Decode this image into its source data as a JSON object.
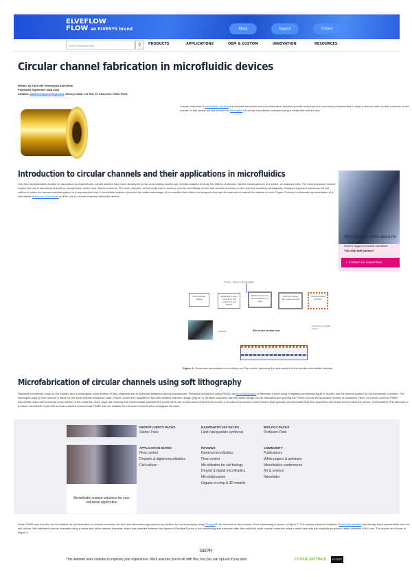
{
  "header": {
    "logo_line1": "ELVEFLOW",
    "logo_line2": "FLOW",
    "logo_brand": "an ELVESYS brand",
    "buttons": [
      "About",
      "Support",
      "Contact"
    ],
    "accent": "#2a5fe0"
  },
  "nav": {
    "search_placeholder": "Search Elveflow.com",
    "items": [
      "PRODUCTS",
      "APPLICATIONS",
      "OEM & CUSTOM",
      "INNOVATION",
      "RESOURCES"
    ]
  },
  "article": {
    "title": "Circular channel fabrication in microfluidic devices",
    "author": "Written by Oore-ofe Olumuyiwa Akeredolu",
    "published": "Published September 28th 2020",
    "contact_label": "Contact: ",
    "contact_email": "partnership@elvesys.com",
    "contact_rest": ", Elvesys SAS, 172 Rue de Charonne 75011 Paris",
    "intro": {
      "t1": "Circular channels in ",
      "l1": "microfluidic devices",
      "t2": " are complex structures and their fabrication requires specific techniques not commonly implemented in mass p devices with circular channels on the market. In this review we will present the ",
      "l2": "fabrication",
      "t3": " of circular microfluidic channels using a metal wire and the exa"
    },
    "section1": {
      "title": "Introduction to circular channels and their applications in microfluidics",
      "t1": "Only few representative models of vasculature and specifically, carotid arteries have been developed so far, and existing models are not fully adapted to study the effects of disease, like the consequences of a stroke, on vascular cells. The most advanced models require the use of laboratory animals or human trials, which raise ethical concerns. The main objective of this study was to develop a novel microfluidic model with circular channels on the chip that combines strategically designed polymeric structures for cell culture to mimic the human vascular system in a reproducible way. A microfluidic platform provides the added advantage of a controlled flow within the designed chip and its channels to assess the effects on cells. Figure 2 shows a schematic representation of a microfluidic ",
      "l1": "Artery-on-Chip model ",
      "t2": "and the use of circular channels within the device."
    },
    "figure": {
      "top_label": "Air gap – reduces compressibility",
      "boxes": [
        "Flow controller initiates",
        "Expanded in wire/ removal by cell media flow and PDMS",
        "PDMS casted over lined top/bottom of mold",
        "Temp cell culture with a wire removed",
        "Channel coated with ECs"
      ],
      "side_label": "Side cross-section view",
      "analysis": "Analysis",
      "connect": "Connection to fluidic system",
      "caption_bold": "Figure 1:",
      "caption": " Schematic presentation of an Artery-on-Chip model, depicting the cells seeded in the circular microfluidic channel."
    },
    "section2": {
      "title": "Microfabrication of circular channels using soft lithography",
      "t1": "Standard microfluidic chips on the market have a rectangular cross-section of their channels due to technical limitations during manufacture. Standard procedures using PDMS use ",
      "l1": "photolithography",
      "t2": " to fabricate a mold using a negative photoresist liquid or dry film resi the desired pattern for the microfluidic chamber. The developed mold is then used as a frame for the liquid silicone elastomer base, PDMS, which then solidifies to form the desired chamber design (Figure 2). Multiple chambers with the same design can be fabricated and pouring the PDMS to form an equivalent number of chambers. Here, we tried to produce PDMS microfluidic chips with a circular cross section of the channels. Such chips are currently not commercially available but would mimic the human blood vessel more ac with a circular cross-section would ensure biophysically representative fluid flow properties and shear forces inside the device. Unfortunately, first attempts to produce microfluidic chips with circular channels showed that PDMS was not suitable for this channel archit with rectangular structure."
    },
    "section3": {
      "t1": "Since PDMS was found to not be suitable for the fabrication of circular channels, we tried and alternative approaches and settled for hot embossing using ",
      "l1": "Flexdym",
      "t2": "®. An overview of the process of hot embossing is shown in Figure 3. The styrene ethylene-butylene t ",
      "l2": "Eden Microfluidics",
      "t3": " has already been successfully used for cell culture. We fabricated circular channels using a metal wire of the desired diameter, which was inserted between two layers of Flexdym® prior to hot-embossing and extracted after the mold had coole circular channels using a metal wire with the originally proposed lumen diameter of 6.0 mm. The results are shown in Figure 4."
    }
  },
  "sidebar": {
    "title": "Want to learn more about mi",
    "line1": "World's biggest industrial microfluidi",
    "line2": "The ideal SME partner!",
    "button": "Contact our researchers",
    "accent": "#e0077a"
  },
  "footer_menu": {
    "promo": "Microfluidic custom solutions for your industrial application",
    "columns": [
      {
        "heading": "MICROFLUIDICS PACKS",
        "items": [
          "Starter Pack"
        ]
      },
      {
        "heading": "NANOPARTICLES PACKS",
        "items": [
          "Lipid nanoparticle synthesis"
        ]
      },
      {
        "heading": "BIOLOGY PACKS",
        "items": [
          "Perfusion Pack"
        ]
      },
      {
        "heading": "APPLICATION NOTES",
        "items": [
          "Flow control",
          "Droplets & digital microfluidics",
          "Cell culture"
        ]
      },
      {
        "heading": "REVIEWS",
        "items": [
          "General microfluidics",
          "Flow control",
          "Microfluidics for cell biology",
          "Droplet & digital microfluidics",
          "Microfabrication",
          "Organs-on-chip & 3D models"
        ]
      },
      {
        "heading": "COMMUNITY",
        "items": [
          "Publications",
          "White papers & webinars",
          "Microfluidics conferences",
          "Art & science",
          "Newsletter"
        ]
      }
    ]
  },
  "gdpr": {
    "title": "GDPR",
    "text": "This website uses cookies to improve your experience. We'll assume you're ok with this, but you can opt-out if you wish.",
    "settings": "COOKIE SETTINGS",
    "accept": "ACCEPT",
    "settings_color": "#7ac143"
  }
}
